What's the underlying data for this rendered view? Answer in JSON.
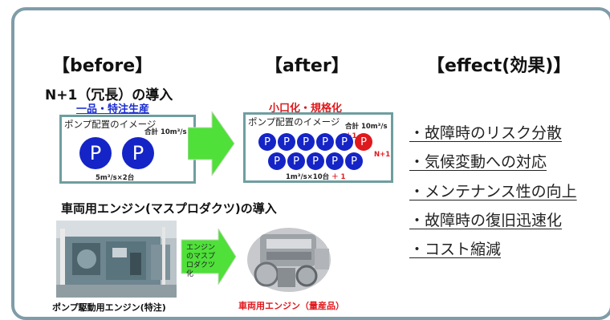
{
  "headers": {
    "before": "【before】",
    "after": "【after】",
    "effect": "【effect(効果)】"
  },
  "before": {
    "title": "N+1（冗長）の導入",
    "subtitle": "一品・特注生産",
    "box_title": "ポンプ配置のイメージ",
    "total": "合計 10m³/s",
    "pump_label": "P",
    "note": "5m³/s×2台"
  },
  "after": {
    "subtitle": "小口化・規格化",
    "box_title": "ポンプ配置のイメージ",
    "total": "合計 10m³/s",
    "total_plus": "＋1",
    "pump_label": "P",
    "n_plus_one": "N+1",
    "note": "1m³/s×10台",
    "note_plus": "＋ 1"
  },
  "engine": {
    "title": "車両用エンジン(マスプロダクツ)の導入",
    "arrow_text": "エンジンのマスプロダクツ化",
    "before_caption": "ポンプ駆動用エンジン(特注)",
    "after_caption": "車両用エンジン（量産品）"
  },
  "effects": [
    "・故障時のリスク分散",
    "・気候変動への対応",
    "・メンテナンス性の向上",
    "・故障時の復旧迅速化",
    "・コスト縮減"
  ],
  "colors": {
    "frame": "#7f9da8",
    "pump_blue": "#1524c6",
    "pump_red": "#e0191d",
    "arrow_green": "#4fe03a",
    "box_border": "#6f9ea0"
  }
}
